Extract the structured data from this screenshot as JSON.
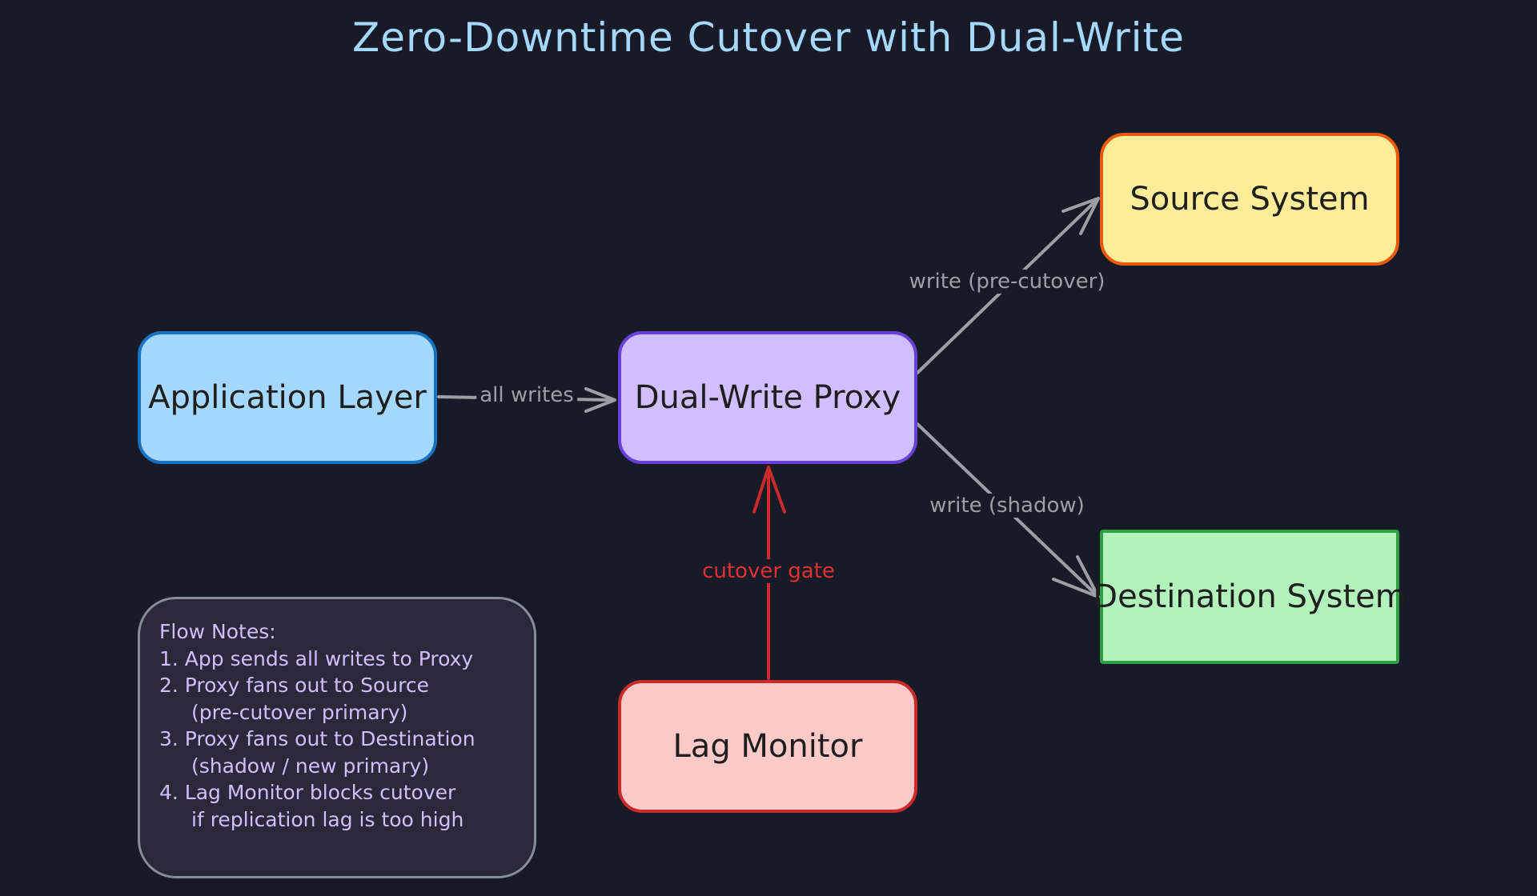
{
  "diagram": {
    "title": "Zero-Downtime Cutover with Dual-Write",
    "nodes": {
      "app": "Application Layer",
      "proxy": "Dual-Write Proxy",
      "source": "Source System",
      "destination": "Destination System",
      "lag_monitor": "Lag Monitor"
    },
    "edges": {
      "app_to_proxy": "all writes",
      "proxy_to_source": "write (pre-cutover)",
      "proxy_to_destination": "write (shadow)",
      "lag_to_proxy": "cutover gate"
    },
    "notes": {
      "title": "Flow Notes:",
      "lines": [
        "1. App sends all writes to Proxy",
        "2. Proxy fans out to Source",
        "(pre-cutover primary)",
        "3. Proxy fans out to Destination",
        "(shadow / new primary)",
        "4. Lag Monitor blocks cutover",
        "if replication lag is too high"
      ]
    }
  },
  "colors": {
    "background": "#181a27",
    "title": "#a5d8ff",
    "app_fill": "#a5d8ff",
    "app_stroke": "#1971c2",
    "proxy_fill": "#d0bfff",
    "proxy_stroke": "#6741d9",
    "source_fill": "#ffec99",
    "source_stroke": "#e8590c",
    "destination_fill": "#b2f2bb",
    "destination_stroke": "#2f9e44",
    "lag_fill": "#ffc9c9",
    "lag_stroke": "#c92a2a",
    "edge_gray": "#9aa0a6",
    "edge_red": "#c92a2a",
    "notes_text": "#d0bfff"
  }
}
